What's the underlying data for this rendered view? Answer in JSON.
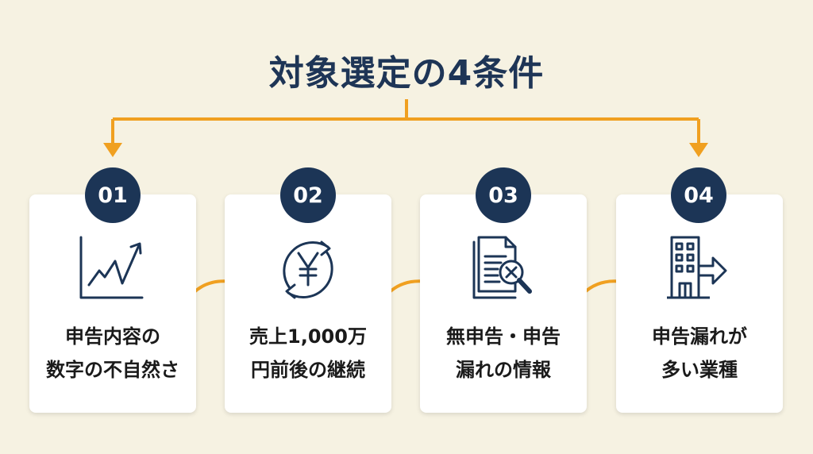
{
  "title": "対象選定の4条件",
  "colors": {
    "navy": "#1c3556",
    "orange": "#f0a020",
    "background": "#f6f2e2"
  },
  "conditions": [
    {
      "number": "01",
      "icon": "rising-chart-icon",
      "line1": "申告内容の",
      "line2": "数字の不自然さ"
    },
    {
      "number": "02",
      "icon": "yen-cycle-icon",
      "line1": "売上1,000万",
      "line2": "円前後の継続"
    },
    {
      "number": "03",
      "icon": "document-search-x-icon",
      "line1": "無申告・申告",
      "line2": "漏れの情報"
    },
    {
      "number": "04",
      "icon": "building-exit-icon",
      "line1": "申告漏れが",
      "line2": "多い業種"
    }
  ]
}
